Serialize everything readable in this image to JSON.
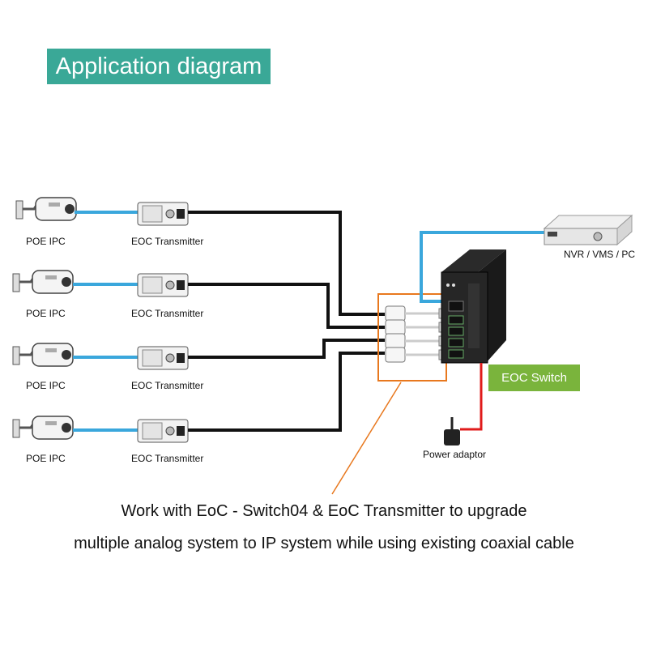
{
  "title": "Application diagram",
  "camera_label": "POE IPC",
  "transmitter_label": "EOC Transmitter",
  "nvr_label": "NVR / VMS / PC",
  "switch_label": "EOC Switch",
  "power_label": "Power adaptor",
  "caption_line1": "Work with EoC - Switch04 & EoC Transmitter to upgrade",
  "caption_line2": "multiple analog system to IP system while using existing coaxial cable",
  "colors": {
    "title_bg": "#3aa897",
    "switch_badge_bg": "#7ab43c",
    "ethernet_cable": "#3aa7dc",
    "coax_cable": "#111111",
    "power_cable": "#e01b1b",
    "highlight_box": "#e8781e"
  }
}
